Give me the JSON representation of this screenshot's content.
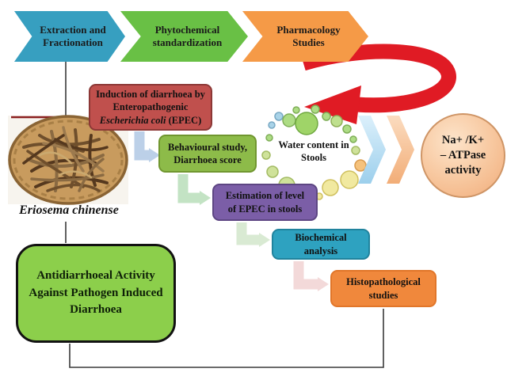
{
  "pipeline": {
    "steps": [
      {
        "label": "Extraction and Fractionation"
      },
      {
        "label": "Phytochemical standardization"
      },
      {
        "label": "Pharmacology Studies"
      }
    ]
  },
  "plant": {
    "caption": "Eriosema chinense"
  },
  "boxes": {
    "induction": {
      "line1": "Induction of diarrhoea by",
      "line2": "Enteropathogenic",
      "species_italic": "Escherichia coli",
      "suffix": " (EPEC)"
    },
    "behavioural": {
      "line1": "Behavioural study,",
      "line2": "Diarrhoea score"
    },
    "estimation": {
      "line1": "Estimation of level",
      "line2": "of EPEC in stools"
    },
    "biochemical": {
      "line1": "Biochemical",
      "line2": "analysis"
    },
    "histopathological": {
      "line1": "Histopathological",
      "line2": "studies"
    }
  },
  "water": {
    "line1": "Water content in",
    "line2": "Stools"
  },
  "atpase": {
    "line1": "Na+ /K+",
    "line2": "– ATPase",
    "line3": "activity"
  },
  "outcome": {
    "line1": "Antidiarrhoeal Activity",
    "line2": "Against Pathogen Induced",
    "line3": "Diarrhoea"
  },
  "icons": {
    "red_arrow": "curved-u-turn-arrow",
    "double_chevron": "forward-double-chevron",
    "elbow_arrows": "elbow-connector-arrows",
    "bubbles": "stool-water-bubbles"
  },
  "colors": {
    "chevron_blue": "#379fc0",
    "chevron_green": "#69c045",
    "chevron_orange": "#f59a47",
    "box_red": "#c0504d",
    "box_green": "#8dbb49",
    "box_purple": "#7b5ea7",
    "box_teal": "#2ea2c0",
    "box_orange": "#f0883c",
    "outcome_green": "#8ccf4b",
    "atpase_peach": "#f7c69d",
    "red_arrow": "#e01b24"
  }
}
